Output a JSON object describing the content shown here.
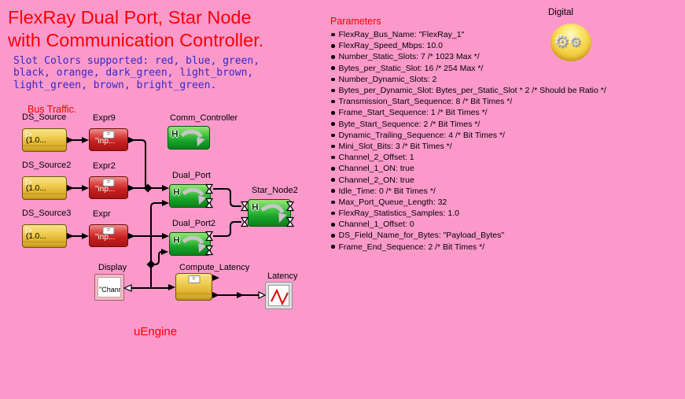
{
  "title": {
    "line1": "FlexRay Dual Port, Star Node",
    "line2": "with Communication Controller."
  },
  "annotations": {
    "slot_colors": [
      "Slot Colors supported: red, blue, green,",
      "black, orange, dark_green, light_brown,",
      "light_green, brown, bright_green."
    ],
    "bus_traffic": "Bus Traffic.",
    "uengine": "uEngine",
    "digital": "Digital"
  },
  "parameters": {
    "heading": "Parameters",
    "items": [
      "FlexRay_Bus_Name: \"FlexRay_1\"",
      "FlexRay_Speed_Mbps: 10.0",
      "Number_Static_Slots: 7 /* 1023 Max */",
      "Bytes_per_Static_Slot: 16 /* 254 Max */",
      "Number_Dynamic_Slots: 2",
      "Bytes_per_Dynamic_Slot: Bytes_per_Static_Slot * 2 /* Should be Ratio */",
      "Transmission_Start_Sequence: 8 /* Bit Times */",
      "Frame_Start_Sequence: 1 /* Bit Times */",
      "Byte_Start_Sequence: 2 /* Bit Times */",
      "Dynamic_Trailing_Sequence: 4 /* Bit Times */",
      "Mini_Slot_Bits: 3 /* Bit Times */",
      "Channel_2_Offset: 1",
      "Channel_1_ON: true",
      "Channel_2_ON: true",
      "Idle_Time: 0 /* Bit Times */",
      "Max_Port_Queue_Length: 32",
      "FlexRay_Statistics_Samples: 1.0",
      "Channel_1_Offset: 0",
      "DS_Field_Name_for_Bytes: \"Payload_Bytes\"",
      "Frame_End_Sequence: 2 /* Bit Times */"
    ]
  },
  "nodes": {
    "ds_source": {
      "label": "DS_Source",
      "value": "(1.0..."
    },
    "ds_source2": {
      "label": "DS_Source2",
      "value": "(1.0..."
    },
    "ds_source3": {
      "label": "DS_Source3",
      "value": "(1.0..."
    },
    "expr9": {
      "label": "Expr9",
      "value": "\"inp..."
    },
    "expr2": {
      "label": "Expr2",
      "value": "\"inp..."
    },
    "expr": {
      "label": "Expr",
      "value": "\"inp..."
    },
    "comm_controller": {
      "label": "Comm_Controller"
    },
    "dual_port": {
      "label": "Dual_Port"
    },
    "dual_port2": {
      "label": "Dual_Port2"
    },
    "star_node2": {
      "label": "Star_Node2"
    },
    "display": {
      "label": "Display",
      "value": "\"Chann"
    },
    "compute_latency": {
      "label": "Compute_Latency"
    },
    "latency": {
      "label": "Latency"
    }
  },
  "glyphs": {
    "hierarchical": "H",
    "expression": "=",
    "gear": "⚙"
  },
  "colors": {
    "background": "#fb99cb",
    "accent_red": "#ff0000",
    "annotation_blue": "#3228c8",
    "source_yellow": "#e8c33a",
    "expression_red": "#c42020",
    "hierarchical_green": "#17a329",
    "wire_black": "#000000"
  }
}
